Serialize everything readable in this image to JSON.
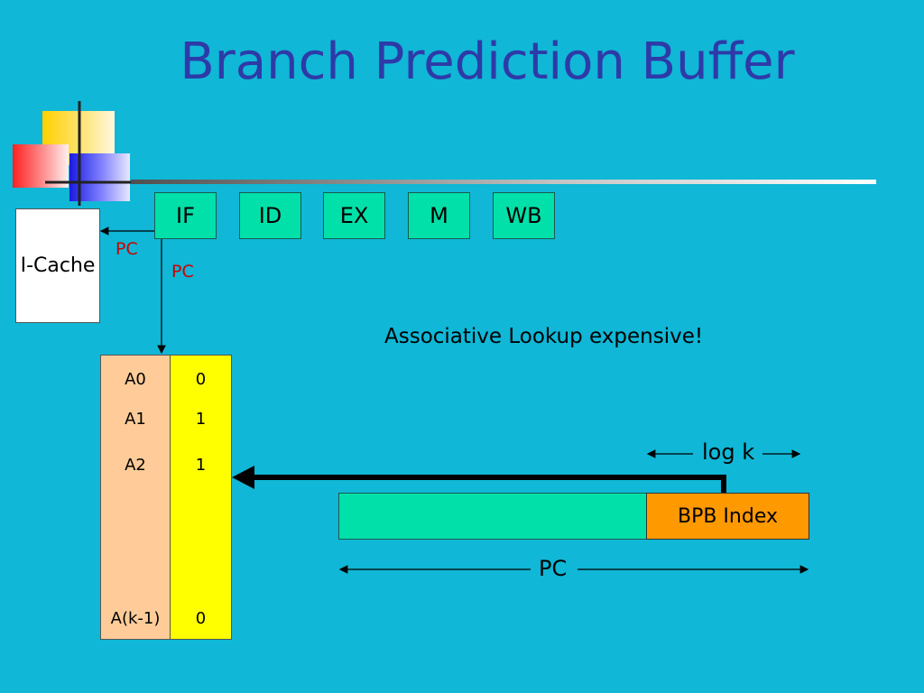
{
  "title": "Branch Prediction Buffer",
  "pipeline": [
    "IF",
    "ID",
    "EX",
    "M",
    "WB"
  ],
  "icache_label": "I-Cache",
  "pc_labels": {
    "to_icache": "PC",
    "to_buffer": "PC"
  },
  "note": "Associative Lookup expensive!",
  "buffer": {
    "addresses": [
      "A0",
      "A1",
      "A2",
      "A(k-1)"
    ],
    "bits": [
      "0",
      "1",
      "1",
      "0"
    ]
  },
  "log_k_label": "log k",
  "bpb_index_label": "BPB Index",
  "pc_width_label": "PC",
  "colors": {
    "background": "#10b7d6",
    "title": "#2e3aa8",
    "stage": "#00e0a8",
    "address_column": "#ffcc99",
    "bit_column": "#ffff00",
    "bpb_index": "#ff9900",
    "pc_label": "#cc0000"
  }
}
